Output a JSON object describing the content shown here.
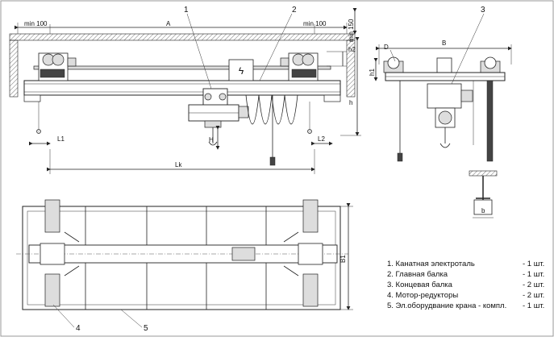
{
  "dimensions": {
    "A": "A",
    "min_left": "min 100",
    "min_right": "min 100",
    "min_top": "min 150",
    "h2": "h2",
    "h": "h",
    "H": "H",
    "L1": "L1",
    "L2": "L2",
    "Lk": "Lk",
    "B": "B",
    "D": "D",
    "h1": "h1",
    "b": "b",
    "B1": "B1"
  },
  "callouts": [
    "1",
    "2",
    "3",
    "4",
    "5"
  ],
  "legend": [
    {
      "name": "1. Канатная электроталь",
      "qty": "- 1 шт."
    },
    {
      "name": "2. Главная балка",
      "qty": "- 1 шт."
    },
    {
      "name": "3. Концевая балка",
      "qty": "- 2 шт."
    },
    {
      "name": "4. Мотор-редукторы",
      "qty": "- 2 шт."
    },
    {
      "name": "5. Эл.оборудвание крана - компл.",
      "qty": "- 1 шт."
    }
  ],
  "symbols": {
    "voltage": "ϟ"
  },
  "colors": {
    "line": "#222222",
    "hatch": "#333333",
    "fill": "#dddddd",
    "frame": "#999999"
  }
}
